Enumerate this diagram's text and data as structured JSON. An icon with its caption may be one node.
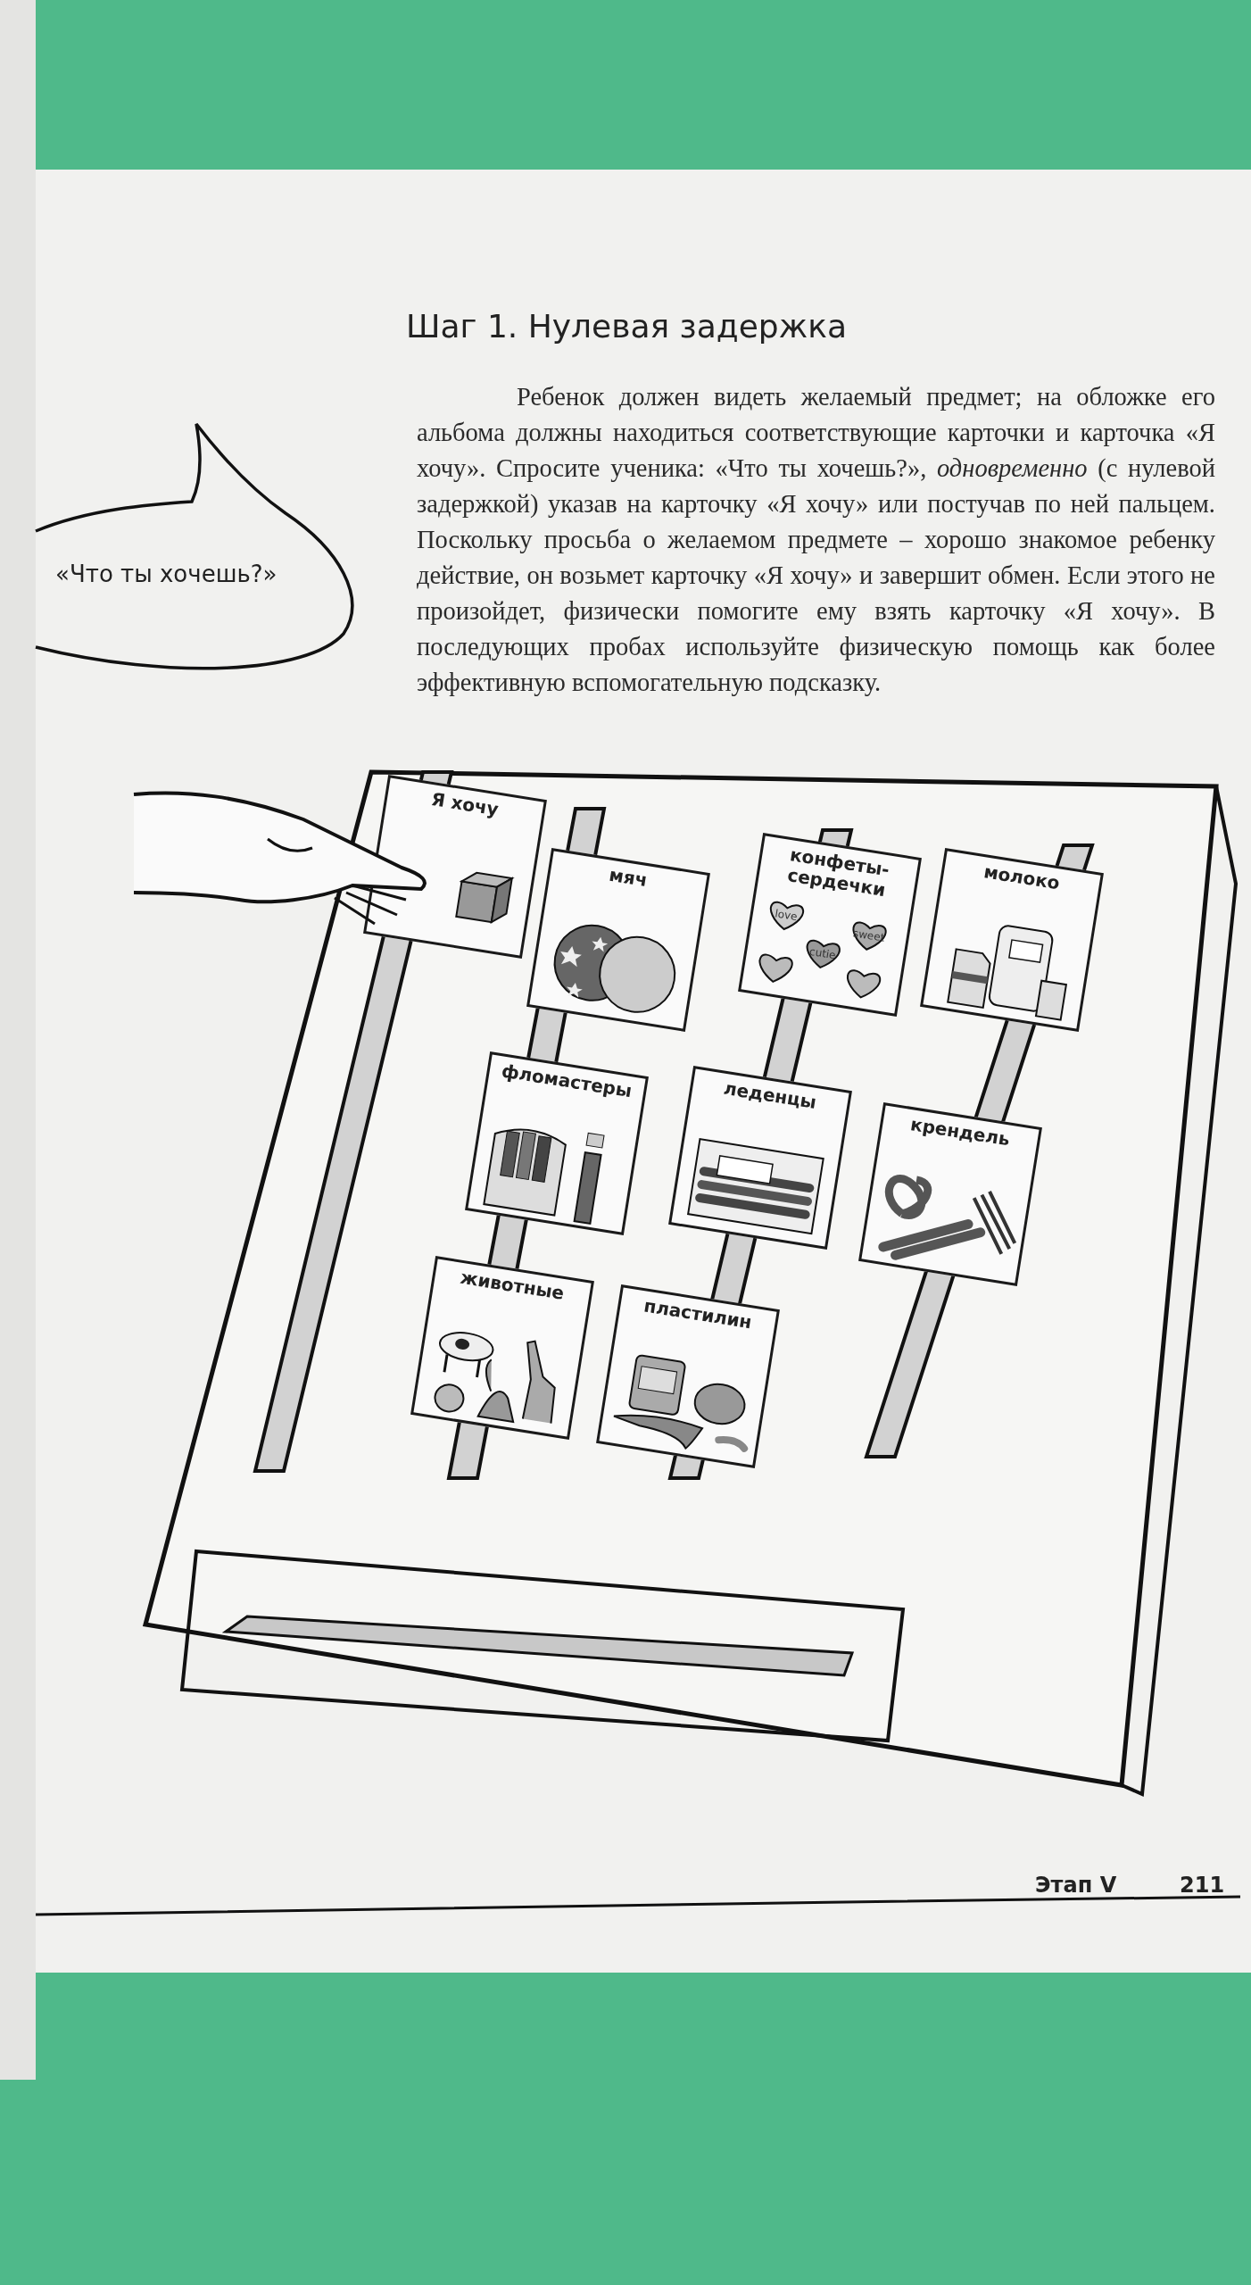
{
  "diagram": {
    "title": "Шаг 1. Нулевая задержка",
    "nodes": [
      {
        "text": [],
        "shape": "box"
      },
      {
        "text": [
          "«Что ты хочешь?»"
        ]
      },
      {
        "text": [
          "Я хочу"
        ],
        "in": 0
      },
      {
        "text": [
          "мяч"
        ],
        "in": 0
      },
      {
        "text": [
          "конфеты-сердечки"
        ],
        "in": 0
      },
      {
        "text": [
          "молоко"
        ],
        "in": 0
      },
      {
        "text": [
          "фломастеры"
        ],
        "in": 0
      },
      {
        "text": [
          "леденцы"
        ],
        "in": 0
      },
      {
        "text": [
          "крендель"
        ],
        "in": 0
      },
      {
        "text": [
          "животные"
        ],
        "in": 0
      },
      {
        "text": [
          "пластилин"
        ],
        "in": 0
      }
    ],
    "labels": [
      "Ребенок должен видеть желаемый предмет; на обложке его альбома должны находиться соответствующие карточки и карточка «Я хочу». Спросите ученика: «Что ты хочешь?», *одновременно* (с нулевой задержкой) указав на карточку «Я хочу» или постучав по ней пальцем. Поскольку просьба о желаемом предмете – хорошо знакомое ребенку действие, он возьмет карточку «Я хочу» и завершит обмен. Если этого не произойдет, физически помогите ему взять карточку «Я хочу». В последующих пробах используйте физическую помощь как более эффективную вспомогательную подсказку.",
      "love",
      "sweet",
      "cutie",
      "Этап V",
      "211"
    ]
  }
}
